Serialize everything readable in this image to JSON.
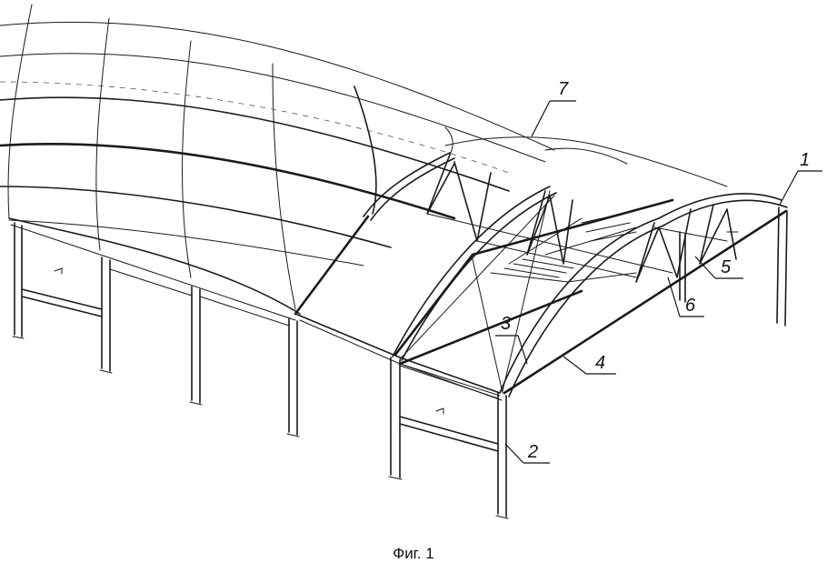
{
  "figure": {
    "caption": "Фиг. 1",
    "callouts": [
      {
        "id": "c1",
        "label": "1"
      },
      {
        "id": "c2",
        "label": "2"
      },
      {
        "id": "c3",
        "label": "3"
      },
      {
        "id": "c4",
        "label": "4"
      },
      {
        "id": "c5",
        "label": "5"
      },
      {
        "id": "c6",
        "label": "6"
      },
      {
        "id": "c7",
        "label": "7"
      }
    ]
  }
}
